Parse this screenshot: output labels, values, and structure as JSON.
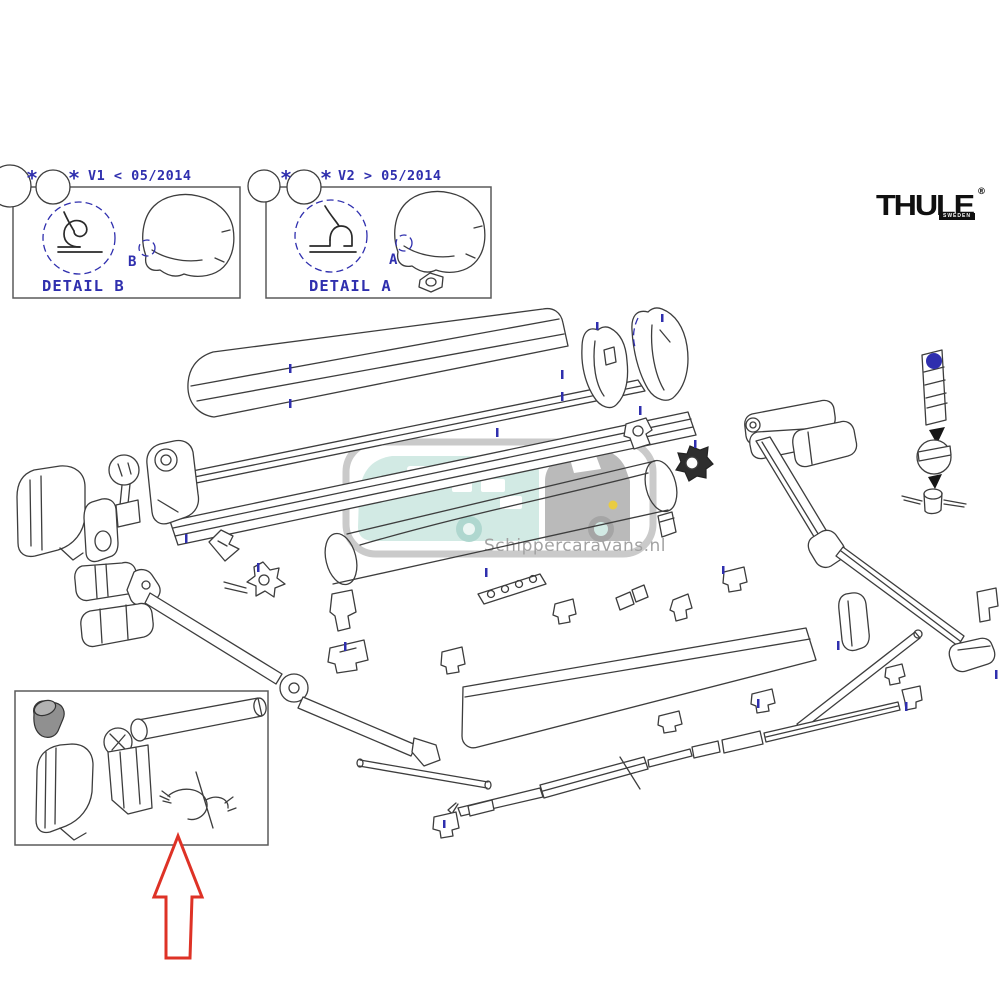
{
  "brand": {
    "name": "THULE",
    "registered_mark": "®",
    "country": "SWEDEN"
  },
  "detail_boxes": {
    "box_b": {
      "asterisk1": "*",
      "asterisk2": "*",
      "version": "V1 < 05/2014",
      "caption": "DETAIL B",
      "point": "B"
    },
    "box_a": {
      "asterisk1": "*",
      "asterisk2": "*",
      "version": "V2 > 05/2014",
      "caption": "DETAIL A",
      "point": "A"
    }
  },
  "watermark": {
    "text": "Schippercaravans.nl"
  },
  "colors": {
    "background": "#ffffff",
    "line_art": "#3d3d3d",
    "cad_blue": "#2f2fae",
    "arrow_red": "#de3226",
    "box_border": "#5a5a5a",
    "watermark_teal": "#cfe9e2",
    "watermark_gray": "#b5b5b5",
    "watermark_text": "#9b9b9b",
    "watermark_yellow": "#e8c832",
    "gray_part": "#909090",
    "logo_black": "#101010"
  }
}
